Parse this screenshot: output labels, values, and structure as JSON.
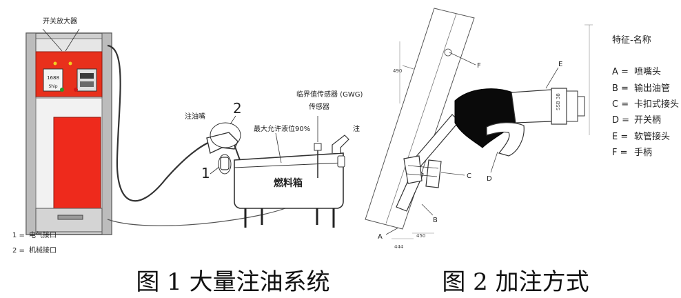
{
  "fig1": {
    "amplifier_label": "开关放大器",
    "nozzle_label": "注油嘴",
    "label_1": "1",
    "label_2": "2",
    "max_level_label": "最大允许液位90%",
    "tank_label": "燃料箱",
    "sensor_label_line1": "临界值传感器 (GWG)",
    "sensor_label_line2": "传感器",
    "edge_mark": "注",
    "pump_display": "1688",
    "pump_brand": "Ship",
    "legend": [
      {
        "key": "1 =",
        "text": "电气接口"
      },
      {
        "key": "2 =",
        "text": "机械接口"
      }
    ],
    "caption": "图 1 大量注油系统"
  },
  "fig2": {
    "legend_title": "特征-名称",
    "legend": [
      {
        "key": "A =",
        "text": "喷嘴头"
      },
      {
        "key": "B =",
        "text": "输出油管"
      },
      {
        "key": "C =",
        "text": "卡扣式接头"
      },
      {
        "key": "D =",
        "text": "开关柄"
      },
      {
        "key": "E =",
        "text": "软管接头"
      },
      {
        "key": "F =",
        "text": "手柄"
      }
    ],
    "letters": {
      "A": "A",
      "B": "B",
      "C": "C",
      "D": "D",
      "E": "E",
      "F": "F"
    },
    "caption": "图 2 加注方式"
  }
}
